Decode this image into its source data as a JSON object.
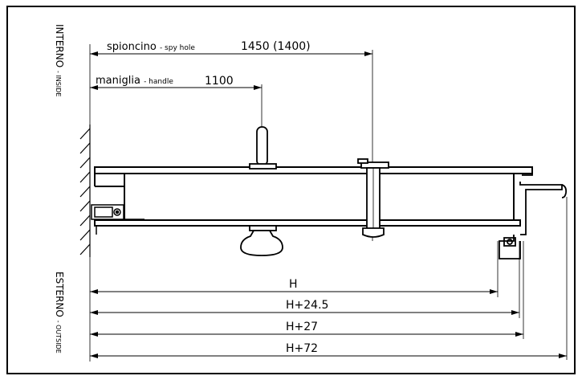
{
  "side_labels": {
    "inside_main": "INTERNO",
    "inside_sub": "- INSIDE",
    "outside_main": "ESTERNO",
    "outside_sub": "- OUTSIDE"
  },
  "dimensions": {
    "spy_hole": {
      "label_it": "spioncino",
      "label_en": "- spy hole",
      "value": "1450 (1400)"
    },
    "handle": {
      "label_it": "maniglia",
      "label_en": "- handle",
      "value": "1100"
    },
    "bottom": [
      "H",
      "H+24.5",
      "H+27",
      "H+72"
    ]
  }
}
